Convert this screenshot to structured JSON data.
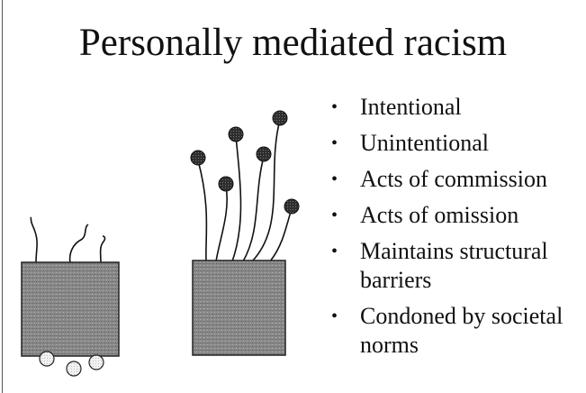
{
  "slide": {
    "title": "Personally mediated racism",
    "bullet_symbol": "•",
    "bullets": [
      {
        "lines": [
          "Intentional"
        ]
      },
      {
        "lines": [
          "Unintentional"
        ]
      },
      {
        "lines": [
          "Acts of commission"
        ]
      },
      {
        "lines": [
          "Acts of omission"
        ]
      },
      {
        "lines": [
          "Maintains structural",
          "barriers"
        ]
      },
      {
        "lines": [
          "Condoned by societal",
          "norms"
        ]
      }
    ]
  },
  "figure": {
    "box_fill": "#8a8a8a",
    "dot_fill": "#3a3a3a",
    "pebble_fill": "#ececec"
  }
}
